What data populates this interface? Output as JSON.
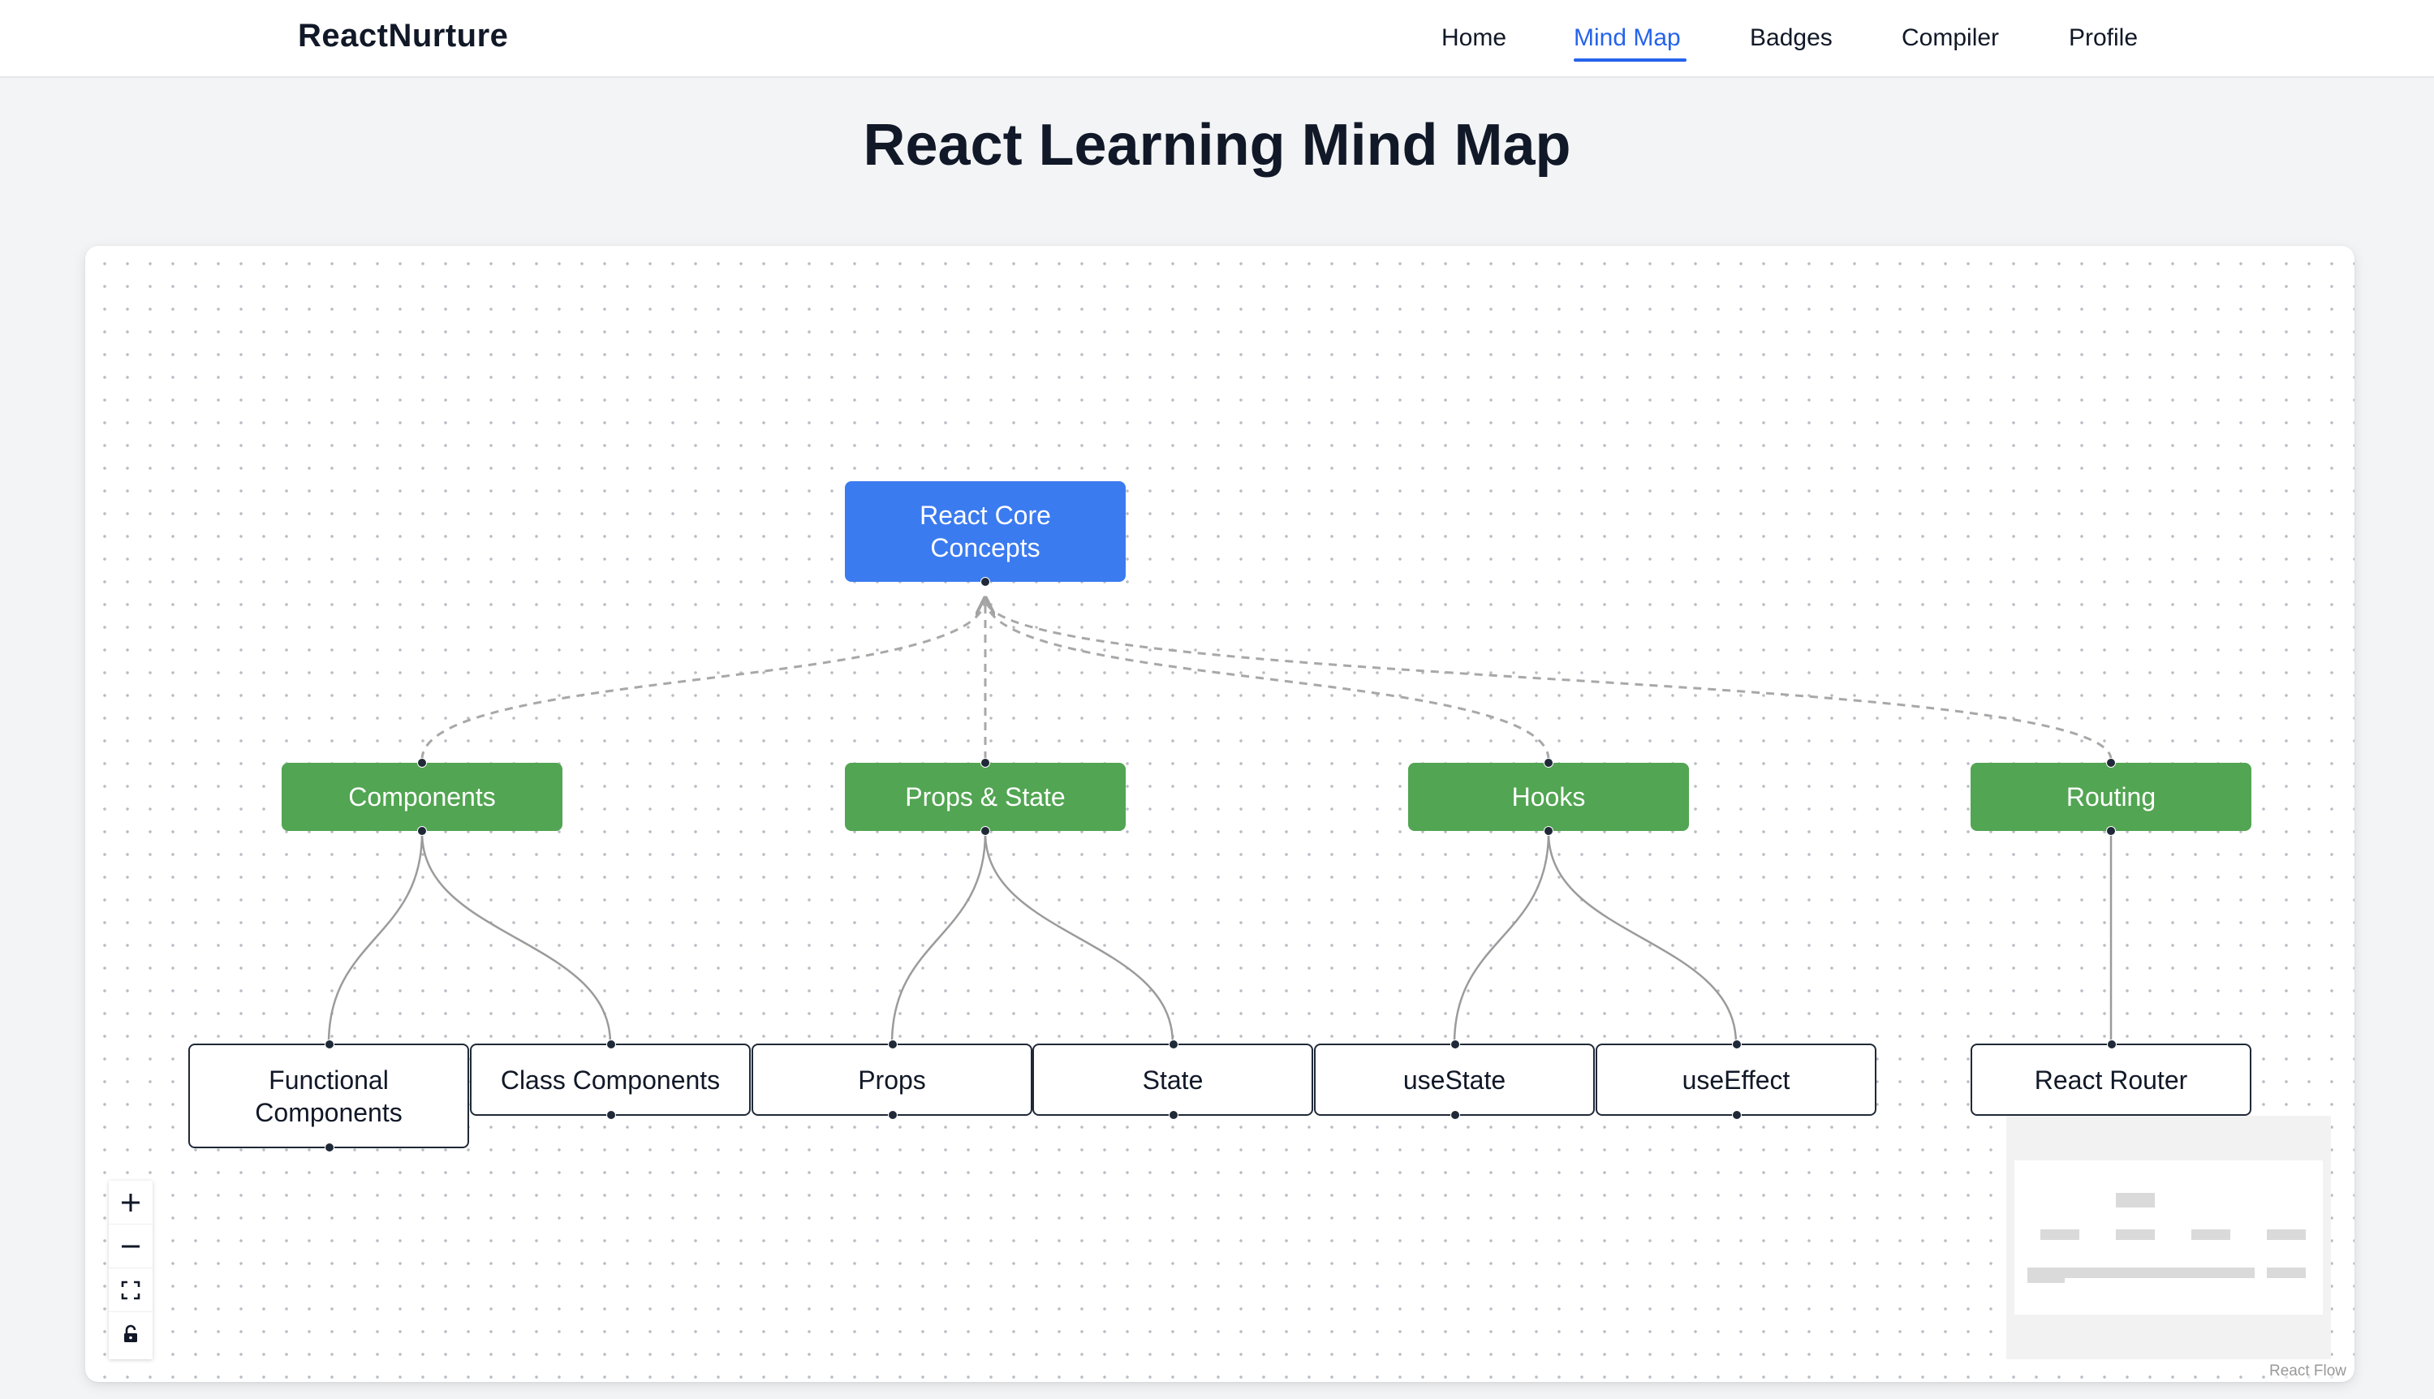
{
  "app": {
    "brand": "ReactNurture",
    "nav": [
      {
        "label": "Home",
        "active": false
      },
      {
        "label": "Mind Map",
        "active": true
      },
      {
        "label": "Badges",
        "active": false
      },
      {
        "label": "Compiler",
        "active": false
      },
      {
        "label": "Profile",
        "active": false
      }
    ]
  },
  "page": {
    "title": "React Learning Mind Map"
  },
  "mindmap": {
    "root": {
      "label": "React Core Concepts"
    },
    "categories": [
      {
        "label": "Components"
      },
      {
        "label": "Props & State"
      },
      {
        "label": "Hooks"
      },
      {
        "label": "Routing"
      }
    ],
    "leaves": [
      {
        "label": "Functional Components",
        "parent": "Components"
      },
      {
        "label": "Class Components",
        "parent": "Components"
      },
      {
        "label": "Props",
        "parent": "Props & State"
      },
      {
        "label": "State",
        "parent": "Props & State"
      },
      {
        "label": "useState",
        "parent": "Hooks"
      },
      {
        "label": "useEffect",
        "parent": "Hooks"
      },
      {
        "label": "React Router",
        "parent": "Routing"
      }
    ]
  },
  "controls": {
    "zoom_in_icon": "plus-icon",
    "zoom_out_icon": "minus-icon",
    "fit_view_icon": "fit-view-icon",
    "lock_icon": "lock-icon"
  },
  "attribution": "React Flow",
  "colors": {
    "root": "#3b7bf0",
    "category": "#52a552",
    "active_nav": "#2563eb"
  }
}
